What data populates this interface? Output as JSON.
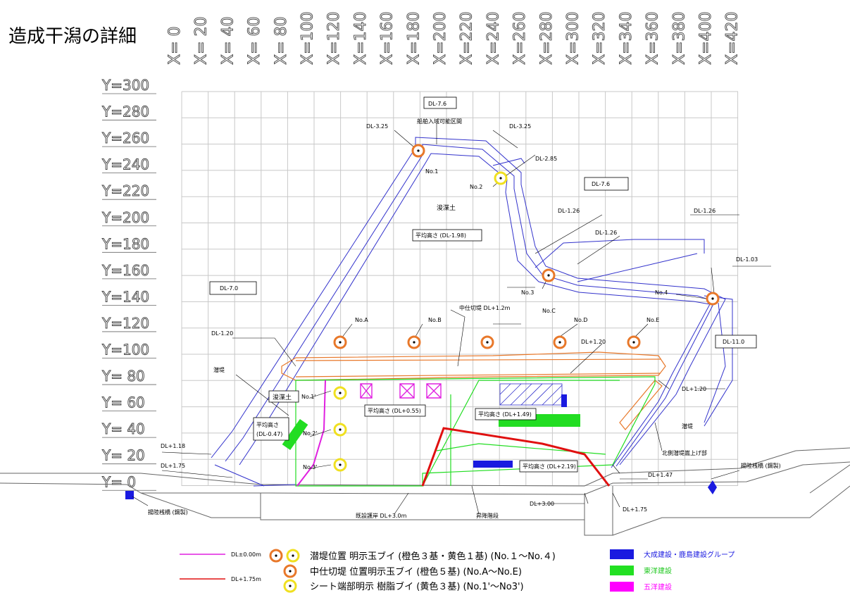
{
  "title": "造成干潟の詳細",
  "x_axis_labels": [
    "X= 0",
    "X= 20",
    "X= 40",
    "X= 60",
    "X= 80",
    "X=100",
    "X=120",
    "X=140",
    "X=160",
    "X=180",
    "X=200",
    "X=220",
    "X=240",
    "X=260",
    "X=280",
    "X=300",
    "X=320",
    "X=340",
    "X=360",
    "X=380",
    "X=400",
    "X=420"
  ],
  "y_axis_labels": [
    "Y=300",
    "Y=280",
    "Y=260",
    "Y=240",
    "Y=220",
    "Y=200",
    "Y=180",
    "Y=160",
    "Y=140",
    "Y=120",
    "Y=100",
    "Y= 80",
    "Y= 60",
    "Y= 40",
    "Y= 20",
    "Y= 0"
  ],
  "annotations": {
    "dl_76_top": "DL-7.6",
    "dl_325_left": "DL-3.25",
    "dl_325_right": "DL-3.25",
    "ship_passage": "船舶入域可能区間",
    "dl_285": "DL-2.85",
    "dl_76_right": "DL-7.6",
    "no1": "No.1",
    "no2": "No.2",
    "no3": "No.3",
    "no4": "No.4",
    "dredged_soil_top": "浚渫土",
    "avg_height_top": "平均高さ (DL-1.98)",
    "dl_126_a": "DL-1.26",
    "dl_126_b": "DL-1.26",
    "dl_126_c": "DL-1.26",
    "dl_103": "DL-1.03",
    "dl_70": "DL-7.0",
    "mid_dike": "中仕切堤 DL+1.2m",
    "no_a": "No.A",
    "no_b": "No.B",
    "no_c": "No.C",
    "no_d": "No.D",
    "no_e": "No.E",
    "dl_120_left": "DL-1.20",
    "dl_p120_mid": "DL+1.20",
    "dl_110": "DL-11.0",
    "submerged_dike_left": "潜堤",
    "dredged_soil_box": "浚渫土",
    "no1p": "No.1'",
    "no2p": "No.2'",
    "no3p": "No.3'",
    "avg_height_left_1": "平均高さ",
    "avg_height_left_2": "(DL-0.47)",
    "avg_height_mid": "平均高さ (DL+0.55)",
    "avg_height_center": "平均高さ (DL+1.49)",
    "avg_height_bottom": "平均高さ (DL+2.19)",
    "dl_p120_right": "DL+1.20",
    "submerged_dike_right": "潜堤",
    "north_dike": "北側潜堤嵩上げ部",
    "dl_p118": "DL+1.18",
    "dl_p175_left": "DL+1.75",
    "dl_p147": "DL+1.47",
    "dl_p175_right": "DL+1.75",
    "dl_p300": "DL+3.00",
    "existing_revetment": "既設護岸 DL+3.0m",
    "stairs": "昇降階段",
    "pier_left": "揚陸桟橋 (鋼製)",
    "pier_right": "揚陸桟橋 (鋼製)"
  },
  "legend": {
    "line1_label": "DL±0.00m",
    "line2_label": "DL+1.75m",
    "buoy1": "潜堤位置 明示玉ブイ (橙色３基・黄色１基) (No.１〜No.４)",
    "buoy2": "中仕切堤 位置明示玉ブイ (橙色５基) (No.A〜No.E)",
    "buoy3": "シート端部明示 樹脂ブイ (黄色３基) (No.1'〜No3')",
    "co1": "大成建設・鹿島建設グループ",
    "co2": "東洋建設",
    "co3": "五洋建設"
  },
  "colors": {
    "blue_line": "#3333cc",
    "orange": "#e8782a",
    "yellow": "#f0e020",
    "red": "#e01010",
    "green": "#22dd22",
    "magenta": "#e020e0",
    "legend_blue": "#1a1ae0",
    "legend_green": "#22e022",
    "legend_magenta": "#ff00ff"
  }
}
